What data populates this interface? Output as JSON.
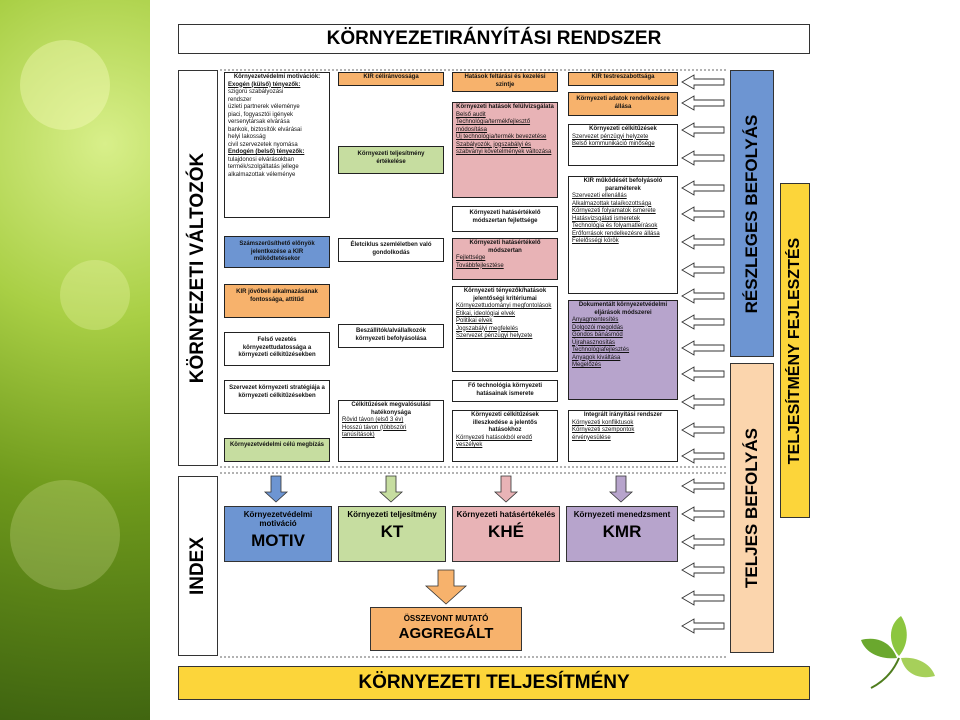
{
  "title": "KÖRNYEZETIRÁNYÍTÁSI RENDSZER",
  "left_label": "KÖRNYEZETI VÁLTOZÓK",
  "index_label": "INDEX",
  "partial_label": "RÉSZLEGES BEFOLYÁS",
  "full_label": "TELJES BEFOLYÁS",
  "perf_label": "TELJESÍTMÉNY FEJLESZTÉS",
  "bottom_title": "KÖRNYEZETI TELJESÍTMÉNY",
  "colors": {
    "orange": "#f7b26c",
    "blue": "#6d95d2",
    "green": "#c6dda0",
    "pink": "#e8b3b6",
    "purple": "#b7a4cc",
    "yellow": "#fcd53a",
    "peach": "#fbd5ad"
  },
  "col1": {
    "motiv": {
      "title": "Környezetvédelmi motivációk:",
      "exogen": "Exogén (külső) tényezők:",
      "lines1": [
        "szigorú szabályozási",
        "rendszer",
        "üzleti partnerek véleménye",
        "piaci, fogyasztói igények",
        "versenytársak elvárása",
        "bankok, biztosítók elvárásai",
        "helyi lakosság",
        "civil szervezetek nyomása"
      ],
      "endogen": "Endogén (belső) tényezők:",
      "lines2": [
        "tulajdonosi elvárásokban",
        "termék/szolgáltatás jellege",
        "alkalmazottak véleménye"
      ]
    },
    "szamszerusitheto": "Számszerűsíthető előnyök jelentkezése a KIR működtetésekor",
    "kir_jovobeli": "KIR jövőbeli alkalmazásának fontossága, attitűd",
    "felso_vezetes": "Felső vezetés környezettudatossága a környezeti célkitűzésekben",
    "szervezet": "Szervezet környezeti stratégiája a környezeti célkitűzésekben",
    "kornyezetvedelmi_celu": "Környezetvédelmi célú megbízás"
  },
  "col2": {
    "kir_celiranyossaga": "KIR céliránvossága",
    "teljesitmeny_ertekelese": "Környezeti teljesítmény értékelése",
    "eletciklus": "Életciklus szemléletben való gondolkodás",
    "beszallitok": "Beszállítók/alvállalkozók környezeti befolyásolása",
    "celkitezesek": {
      "title": "Célkitűzések megvalósulási hatékonysága",
      "items": [
        "Rövid távon (első 3 év)",
        "Hosszú távon (többszöri tanúsítások)"
      ]
    }
  },
  "col3": {
    "hatasok_feltarasi": "Hatások feltárási és kezelési szintje",
    "felulvizsgalata": {
      "title": "Környezeti hatások felülvizsgálata",
      "items": [
        "Belső audit",
        "Technológia/termékfejlesztő módosítása",
        "Új technológia/termék bevezetése",
        "Szabályozók, jogszabályi és szabványi követelmények változása"
      ]
    },
    "modszertan_fejlettsege": "Környezeti hatásértékelő módszertan fejlettsége",
    "modszertan": {
      "title": "Környezeti hatásértékelő módszertan",
      "items": [
        "Fejlettsége",
        "Továbbfejlesztése"
      ]
    },
    "tenyezok": {
      "title": "Környezeti tényezők/hatások jelentőségi kritériumai",
      "items": [
        "Környezettudományi megfontolások",
        "Etikai, ideológiai elvek",
        "Politikai elvek",
        "Jogszabályi megfelelés",
        "Szervezet pénzügyi helyzete"
      ]
    },
    "fo_technologia": "Fő technológia környezeti hatásainak ismerete",
    "celkitezesek_illeszkedese": {
      "title": "Környezeti célkitűzések illeszkedése a jelentős hatásokhoz",
      "items": [
        "Környezeti hatásokból eredő veszélyek"
      ]
    }
  },
  "col4": {
    "kir_testreszabottsaga": "KIR testreszabottsága",
    "adatok": "Környezeti adatok rendelkezésre állása",
    "celkitezesek": {
      "title": "Környezeti célkitűzések",
      "items": [
        "Szervezet pénzügyi helyzete",
        "Belső kommunikáció minősége"
      ]
    },
    "parameterek": {
      "title": "KIR működését befolyásoló paraméterek",
      "items": [
        "Szervezeti ellenállás",
        "Alkalmazottak talaíkozottsága",
        "Környezeti folyamatok ismerete",
        "Hatásvizsgálati ismeretek",
        "Technológia és folyamatleírások",
        "Erőforrások rendelkezésre állása",
        "Felelősségi körök"
      ]
    },
    "dokumentalt": {
      "title": "Dokumentált környezetvédelmi eljárások módszerei",
      "items": [
        "Anyagmentesítés",
        "Dolgozói megoldás",
        "Gondos bánásmód",
        "Újrahasznosítás",
        "Technológiafejlesztés",
        "Anyagok kiváltása",
        "Megelőzés"
      ]
    },
    "integralt": {
      "title": "Integrált irányítási rendszer",
      "items": [
        "Környezeti konfliktusok",
        "Környezeti szempontok érvényesülése"
      ]
    }
  },
  "index": [
    {
      "title": "Környezetvédelmi motiváció",
      "code": "MOTIV"
    },
    {
      "title": "Környezeti teljesítmény",
      "code": "KT"
    },
    {
      "title": "Környezeti hatásértékelés",
      "code": "KHÉ"
    },
    {
      "title": "Környezeti menedzsment",
      "code": "KMR"
    }
  ],
  "aggregate": {
    "title": "ÖSSZEVONT MUTATÓ",
    "code": "AGGREGÁLT"
  }
}
